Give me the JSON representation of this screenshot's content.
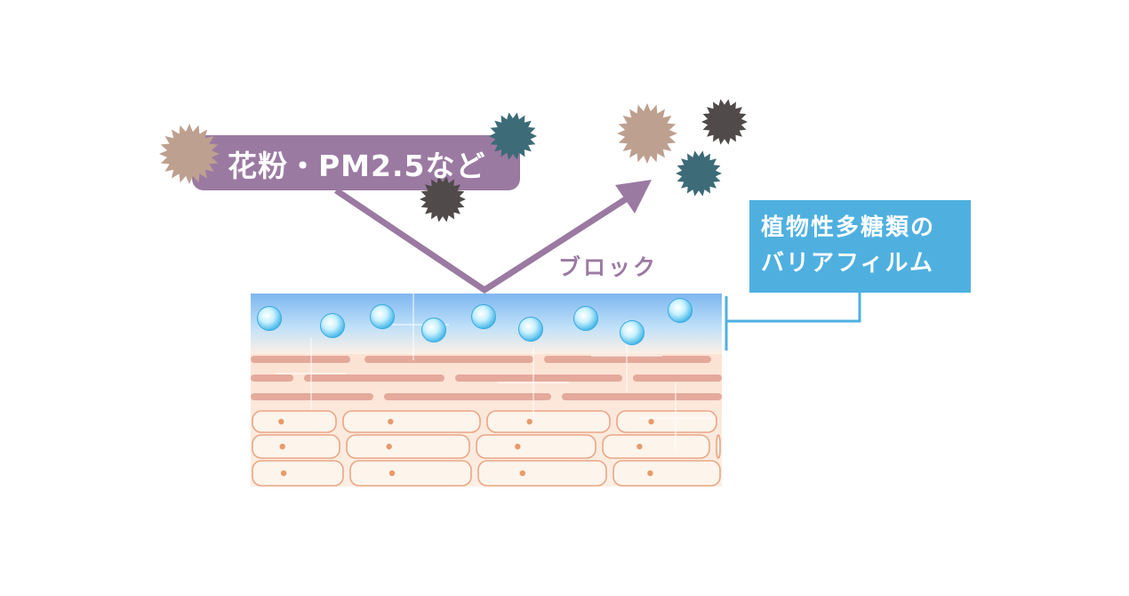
{
  "labels": {
    "pollutants": "花粉・PM2.5など",
    "block": "ブロック",
    "film_line1": "植物性多糖類の",
    "film_line2": "バリアフィルム"
  },
  "colors": {
    "purple": "#9b7aa2",
    "film_blue": "#4fb0e0",
    "particle_beige": "#bda08f",
    "particle_teal": "#3d6b78",
    "particle_dark": "#504a4a",
    "skin_fill": "#fbe6d4",
    "skin_line": "#e9a686",
    "skin_band": "#df9f90",
    "cell_dot": "#e89a6a"
  },
  "icons": {
    "particle": "spiky-particle-icon",
    "droplet": "water-droplet-icon"
  }
}
